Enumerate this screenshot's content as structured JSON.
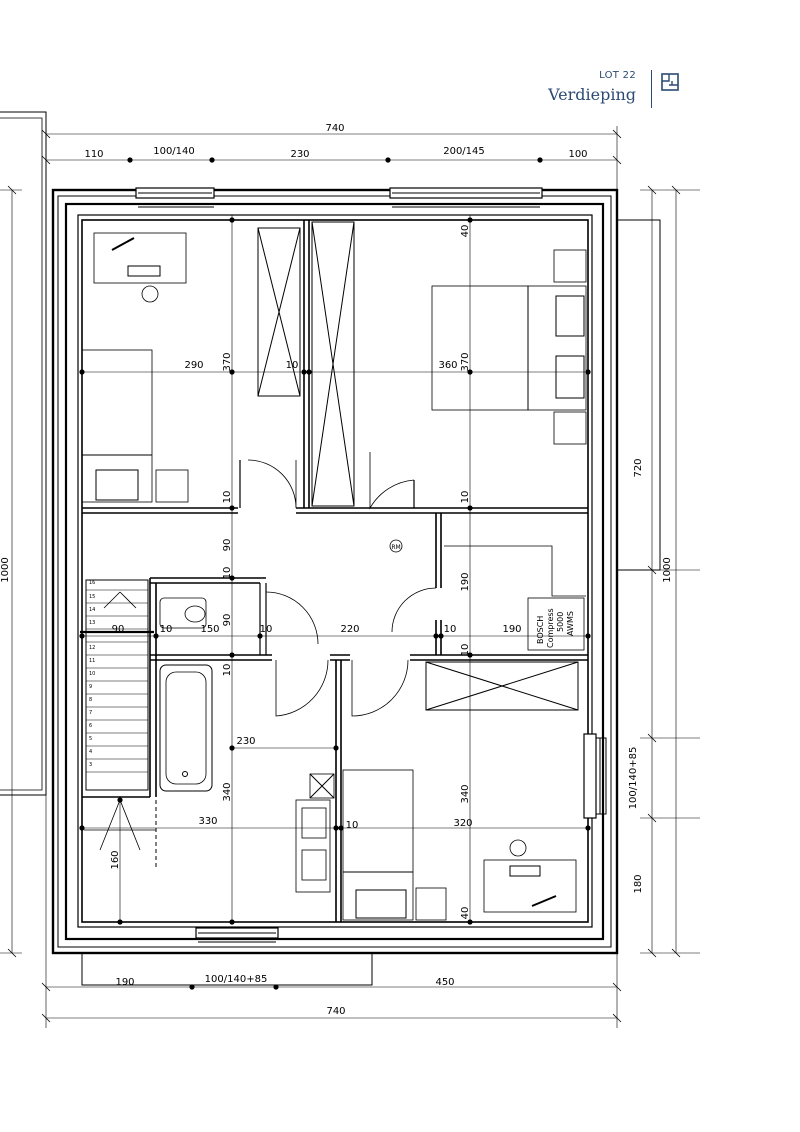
{
  "header": {
    "lot_label": "LOT 22",
    "title": "Verdieping",
    "icon": "floorplan-icon",
    "accent_color": "#2c4a72"
  },
  "dimensions": {
    "total_width_top": "740",
    "top_segments": [
      "110",
      "100/140",
      "230",
      "200/145",
      "100"
    ],
    "total_width_bottom": "740",
    "bottom_segments": [
      "190",
      "100/140+85",
      "450"
    ],
    "right_segments": [
      "720",
      "100/140+85",
      "180"
    ],
    "right_total": "1000",
    "left_total": "1000"
  },
  "interior_dims": {
    "room_tl_width": "290",
    "room_tl_height": "370",
    "wall_10": "10",
    "room_tr_width": "360",
    "room_tr_height": "370",
    "top_40": "40",
    "hall_90": "90",
    "hall_190": "190",
    "stair_90": "90",
    "wc_150": "150",
    "wc_90": "90",
    "hall_220": "220",
    "utility_190": "190",
    "bath_230": "230",
    "bath_340": "340",
    "bath_330": "330",
    "room_br_340": "340",
    "room_br_320": "320",
    "bath_160": "160",
    "bottom_40": "40"
  },
  "labels": {
    "rm": "RM",
    "boiler": [
      "BOSCH",
      "Compress",
      "5000",
      "AWMS"
    ],
    "stair_numbers": [
      "16",
      "15",
      "14",
      "13",
      "12",
      "11",
      "10",
      "9",
      "8",
      "7",
      "6",
      "5",
      "4",
      "3"
    ]
  }
}
